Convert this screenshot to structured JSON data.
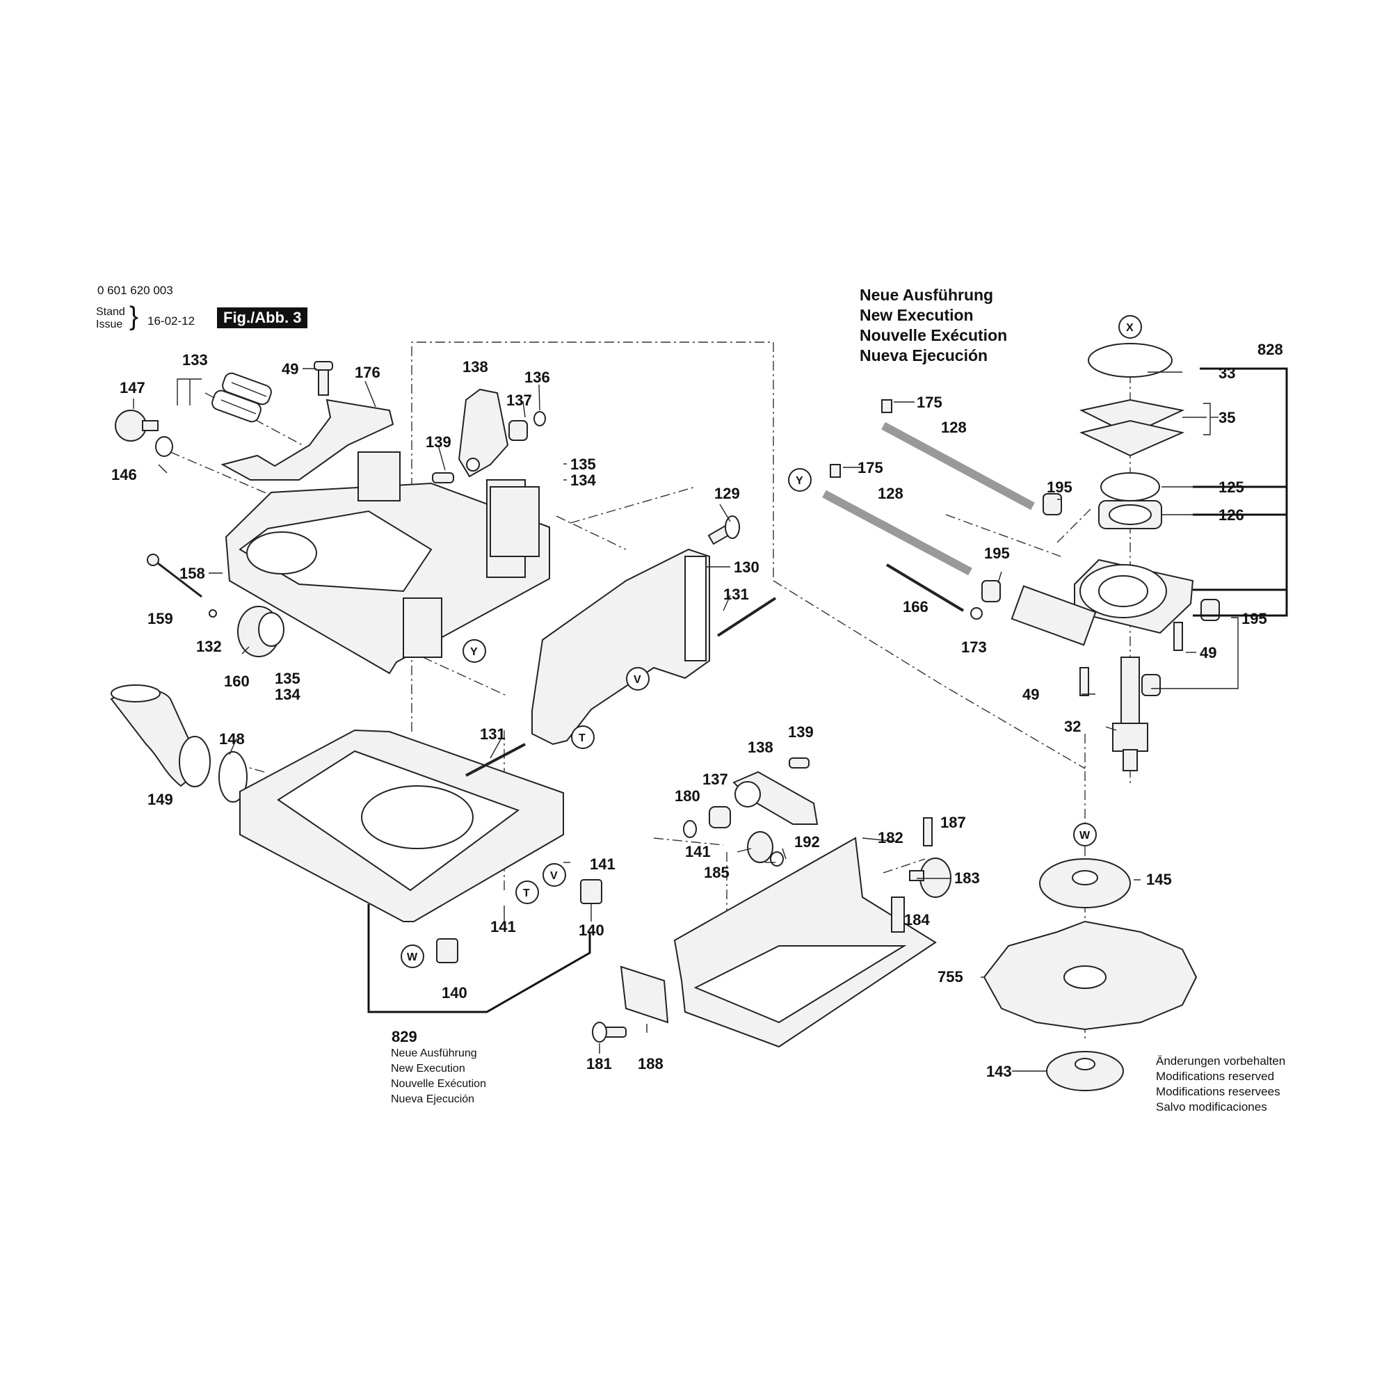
{
  "header": {
    "part_number": "0 601 620 003",
    "stand_label": "Stand",
    "issue_label": "Issue",
    "date": "16-02-12",
    "figure": "Fig./Abb. 3"
  },
  "new_execution_title": [
    "Neue Ausführung",
    "New Execution",
    "Nouvelle Exécution",
    "Nueva Ejecución"
  ],
  "new_execution_note": [
    "Neue Ausführung",
    "New Execution",
    "Nouvelle Exécution",
    "Nueva Ejecución"
  ],
  "modifications_note": [
    "Änderungen vorbehalten",
    "Modifications reserved",
    "Modifications reservees",
    "Salvo modificaciones"
  ],
  "part_labels": [
    {
      "id": "133a",
      "text": "133"
    },
    {
      "id": "147",
      "text": "147"
    },
    {
      "id": "146",
      "text": "146"
    },
    {
      "id": "49a",
      "text": "49"
    },
    {
      "id": "176",
      "text": "176"
    },
    {
      "id": "138a",
      "text": "138"
    },
    {
      "id": "136",
      "text": "136"
    },
    {
      "id": "137a",
      "text": "137"
    },
    {
      "id": "139a",
      "text": "139"
    },
    {
      "id": "135a",
      "text": "135"
    },
    {
      "id": "134a",
      "text": "134"
    },
    {
      "id": "158",
      "text": "158"
    },
    {
      "id": "159",
      "text": "159"
    },
    {
      "id": "132",
      "text": "132"
    },
    {
      "id": "160",
      "text": "160"
    },
    {
      "id": "135b",
      "text": "135"
    },
    {
      "id": "134b",
      "text": "134"
    },
    {
      "id": "129",
      "text": "129"
    },
    {
      "id": "130",
      "text": "130"
    },
    {
      "id": "131a",
      "text": "131"
    },
    {
      "id": "148",
      "text": "148"
    },
    {
      "id": "149",
      "text": "149"
    },
    {
      "id": "131b",
      "text": "131"
    },
    {
      "id": "141a",
      "text": "141"
    },
    {
      "id": "141b",
      "text": "141"
    },
    {
      "id": "140a",
      "text": "140"
    },
    {
      "id": "140b",
      "text": "140"
    },
    {
      "id": "829",
      "text": "829"
    },
    {
      "id": "175a",
      "text": "175"
    },
    {
      "id": "128a",
      "text": "128"
    },
    {
      "id": "175b",
      "text": "175"
    },
    {
      "id": "128b",
      "text": "128"
    },
    {
      "id": "195a",
      "text": "195"
    },
    {
      "id": "195b",
      "text": "195"
    },
    {
      "id": "166",
      "text": "166"
    },
    {
      "id": "173",
      "text": "173"
    },
    {
      "id": "33",
      "text": "33"
    },
    {
      "id": "35",
      "text": "35"
    },
    {
      "id": "125",
      "text": "125"
    },
    {
      "id": "126",
      "text": "126"
    },
    {
      "id": "828",
      "text": "828"
    },
    {
      "id": "195c",
      "text": "195"
    },
    {
      "id": "49b",
      "text": "49"
    },
    {
      "id": "49c",
      "text": "49"
    },
    {
      "id": "32",
      "text": "32"
    },
    {
      "id": "138b",
      "text": "138"
    },
    {
      "id": "139b",
      "text": "139"
    },
    {
      "id": "137b",
      "text": "137"
    },
    {
      "id": "180",
      "text": "180"
    },
    {
      "id": "141c",
      "text": "141"
    },
    {
      "id": "185",
      "text": "185"
    },
    {
      "id": "192",
      "text": "192"
    },
    {
      "id": "182",
      "text": "182"
    },
    {
      "id": "187",
      "text": "187"
    },
    {
      "id": "183",
      "text": "183"
    },
    {
      "id": "184",
      "text": "184"
    },
    {
      "id": "181",
      "text": "181"
    },
    {
      "id": "188",
      "text": "188"
    },
    {
      "id": "145",
      "text": "145"
    },
    {
      "id": "755",
      "text": "755"
    },
    {
      "id": "143",
      "text": "143"
    }
  ],
  "reference_markers": [
    {
      "id": "X",
      "text": "X"
    },
    {
      "id": "Y1",
      "text": "Y"
    },
    {
      "id": "Y2",
      "text": "Y"
    },
    {
      "id": "V1",
      "text": "V"
    },
    {
      "id": "T1",
      "text": "T"
    },
    {
      "id": "V2",
      "text": "V"
    },
    {
      "id": "T2",
      "text": "T"
    },
    {
      "id": "W1",
      "text": "W"
    },
    {
      "id": "W2",
      "text": "W"
    }
  ]
}
